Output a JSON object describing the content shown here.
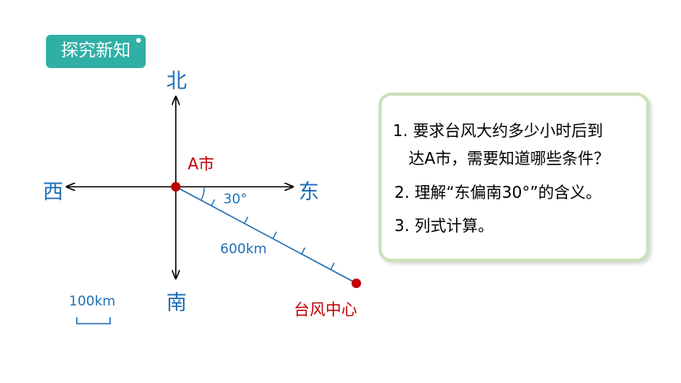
{
  "badge": {
    "label": "探究新知"
  },
  "diagram": {
    "north": "北",
    "south": "南",
    "west": "西",
    "east": "东",
    "city": "A市",
    "angle": "30°",
    "distance": "600km",
    "typhoon": "台风中心",
    "scale": "100km"
  },
  "questions": [
    {
      "line1": "1. 要求台风大约多少小时后到",
      "line2": "达A市，需要知道哪些条件？"
    },
    {
      "line1": "2. 理解“东偏南30°”的含义。"
    },
    {
      "line1": "3. 列式计算。"
    }
  ],
  "colors": {
    "accent": "#2fb0a6",
    "axis_label": "#1f6fb6",
    "point": "#c00000",
    "note_border": "#c9e2b8"
  }
}
